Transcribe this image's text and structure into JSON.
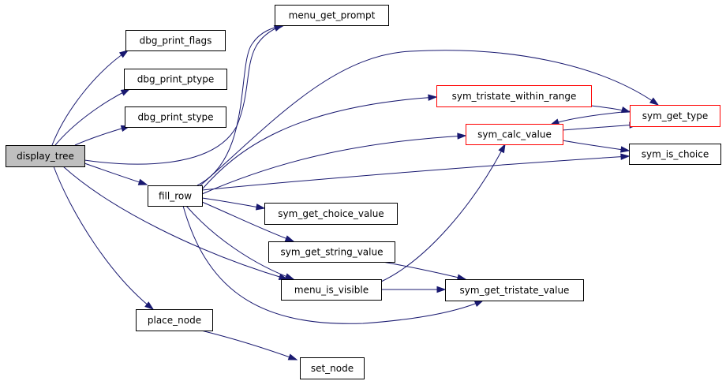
{
  "diagram": {
    "colors": {
      "edge": "#191970",
      "box_border": "#000000",
      "box_border_truncated": "#ff0000",
      "root_fill": "#bfbfbf",
      "box_fill": "#ffffff"
    },
    "nodes": [
      {
        "id": "display_tree",
        "label": "display_tree",
        "style": "root"
      },
      {
        "id": "dbg_print_flags",
        "label": "dbg_print_flags",
        "style": "normal"
      },
      {
        "id": "dbg_print_ptype",
        "label": "dbg_print_ptype",
        "style": "normal"
      },
      {
        "id": "dbg_print_stype",
        "label": "dbg_print_stype",
        "style": "normal"
      },
      {
        "id": "menu_get_prompt",
        "label": "menu_get_prompt",
        "style": "normal"
      },
      {
        "id": "fill_row",
        "label": "fill_row",
        "style": "normal"
      },
      {
        "id": "sym_tristate_within_range",
        "label": "sym_tristate_within_range",
        "style": "truncated"
      },
      {
        "id": "sym_get_type",
        "label": "sym_get_type",
        "style": "truncated"
      },
      {
        "id": "sym_calc_value",
        "label": "sym_calc_value",
        "style": "truncated"
      },
      {
        "id": "sym_is_choice",
        "label": "sym_is_choice",
        "style": "normal"
      },
      {
        "id": "sym_get_choice_value",
        "label": "sym_get_choice_value",
        "style": "normal"
      },
      {
        "id": "sym_get_string_value",
        "label": "sym_get_string_value",
        "style": "normal"
      },
      {
        "id": "menu_is_visible",
        "label": "menu_is_visible",
        "style": "normal"
      },
      {
        "id": "sym_get_tristate_value",
        "label": "sym_get_tristate_value",
        "style": "normal"
      },
      {
        "id": "place_node",
        "label": "place_node",
        "style": "normal"
      },
      {
        "id": "set_node",
        "label": "set_node",
        "style": "normal"
      }
    ],
    "edges": [
      {
        "from": "display_tree",
        "to": "dbg_print_flags"
      },
      {
        "from": "display_tree",
        "to": "dbg_print_ptype"
      },
      {
        "from": "display_tree",
        "to": "dbg_print_stype"
      },
      {
        "from": "display_tree",
        "to": "menu_get_prompt"
      },
      {
        "from": "display_tree",
        "to": "fill_row"
      },
      {
        "from": "display_tree",
        "to": "menu_is_visible"
      },
      {
        "from": "display_tree",
        "to": "place_node"
      },
      {
        "from": "fill_row",
        "to": "menu_get_prompt"
      },
      {
        "from": "fill_row",
        "to": "sym_get_type"
      },
      {
        "from": "fill_row",
        "to": "sym_tristate_within_range"
      },
      {
        "from": "fill_row",
        "to": "sym_calc_value"
      },
      {
        "from": "fill_row",
        "to": "sym_is_choice"
      },
      {
        "from": "fill_row",
        "to": "sym_get_choice_value"
      },
      {
        "from": "fill_row",
        "to": "sym_get_string_value"
      },
      {
        "from": "fill_row",
        "to": "menu_is_visible"
      },
      {
        "from": "fill_row",
        "to": "sym_get_tristate_value"
      },
      {
        "from": "sym_tristate_within_range",
        "to": "sym_get_type"
      },
      {
        "from": "sym_calc_value",
        "to": "sym_get_type"
      },
      {
        "from": "sym_get_type",
        "to": "sym_calc_value"
      },
      {
        "from": "sym_calc_value",
        "to": "sym_is_choice"
      },
      {
        "from": "sym_get_string_value",
        "to": "sym_get_tristate_value"
      },
      {
        "from": "menu_is_visible",
        "to": "sym_calc_value"
      },
      {
        "from": "menu_is_visible",
        "to": "sym_get_tristate_value"
      },
      {
        "from": "place_node",
        "to": "set_node"
      }
    ]
  }
}
